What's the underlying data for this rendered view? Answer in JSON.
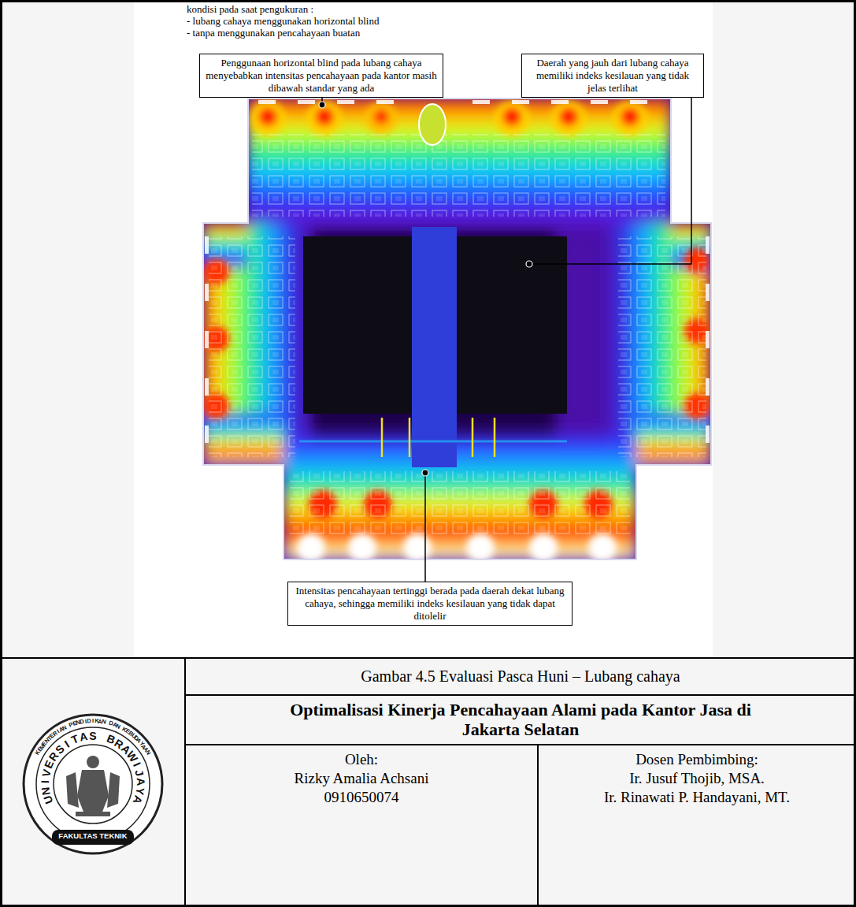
{
  "diagram": {
    "title": "Optimalisasi Kinerja Pencahayaan Alami pada Kantor Jasa di Jakarta Selatan",
    "caption": "Gambar 4.5 Evaluasi Pasca Huni – Lubang cahaya",
    "nodes": [
      {
        "text": [
          "Penggunaan horizontal blind pada lubang cahaya menyebabkan intensitas pencahayaan pada kantor masih dibawah standar yang ada"
        ]
      },
      {
        "text": [
          "Daerah yang jauh dari lubang cahaya memiliki indeks kesilauan yang tidak jelas terlihat"
        ]
      },
      {
        "text": [
          "Intensitas pencahayaan tertinggi berada pada daerah dekat lubang cahaya, sehingga memiliki indeks kesilauan yang tidak dapat ditolelir"
        ]
      }
    ],
    "labels": [
      "kondisi pada saat pengukuran :",
      "- lubang cahaya menggunakan horizontal blind",
      "- tanpa menggunakan pencahayaan buatan",
      "Oleh:",
      "Rizky Amalia Achsani",
      "0910650074",
      "Dosen Pembimbing:",
      "Ir. Jusuf Thojib, MSA.",
      "Ir. Rinawati P. Handayani, MT.",
      "KEMENTERIAN PENDIDIKAN DAN KEBUDAYAAN",
      "UNIVERSITAS BRAWIJAYA",
      "FAKULTAS TEKNIK"
    ]
  }
}
